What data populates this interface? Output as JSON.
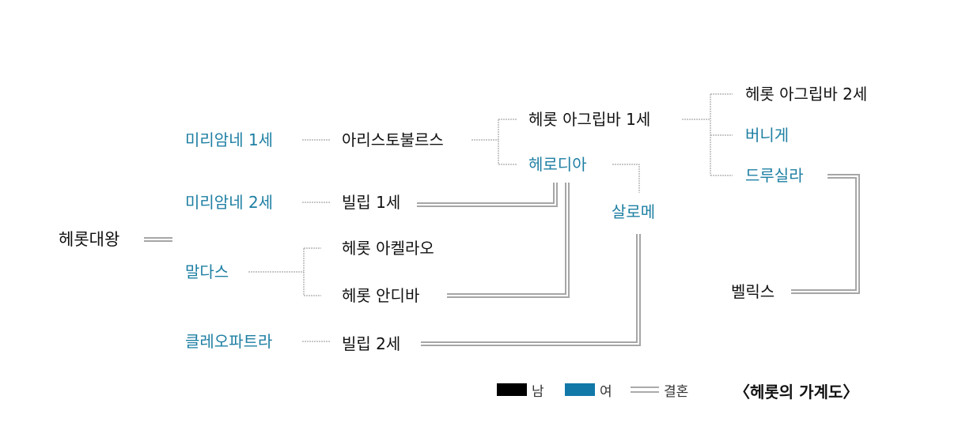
{
  "colors": {
    "male": "#000000",
    "female": "#1278a8",
    "lines": "#9a9a9a"
  },
  "people": {
    "herod_great": "헤롯대왕",
    "mariamne1": "미리암네 1세",
    "mariamne2": "미리암네 2세",
    "maltace": "말다스",
    "cleopatra": "클레오파트라",
    "aristobulus": "아리스토불르스",
    "philip1": "빌립 1세",
    "archelaus": "헤롯 아켈라오",
    "antipas": "헤롯 안디바",
    "philip2": "빌립 2세",
    "agrippa1": "헤롯 아그립바 1세",
    "herodias": "헤로디아",
    "salome": "살로메",
    "agrippa2": "헤롯 아그립바 2세",
    "bernice": "버니게",
    "drusilla": "드루실라",
    "felix": "벨릭스"
  },
  "legend": {
    "male": "남",
    "female": "여",
    "marriage": "결혼"
  },
  "title": "〈헤롯의 가계도〉"
}
